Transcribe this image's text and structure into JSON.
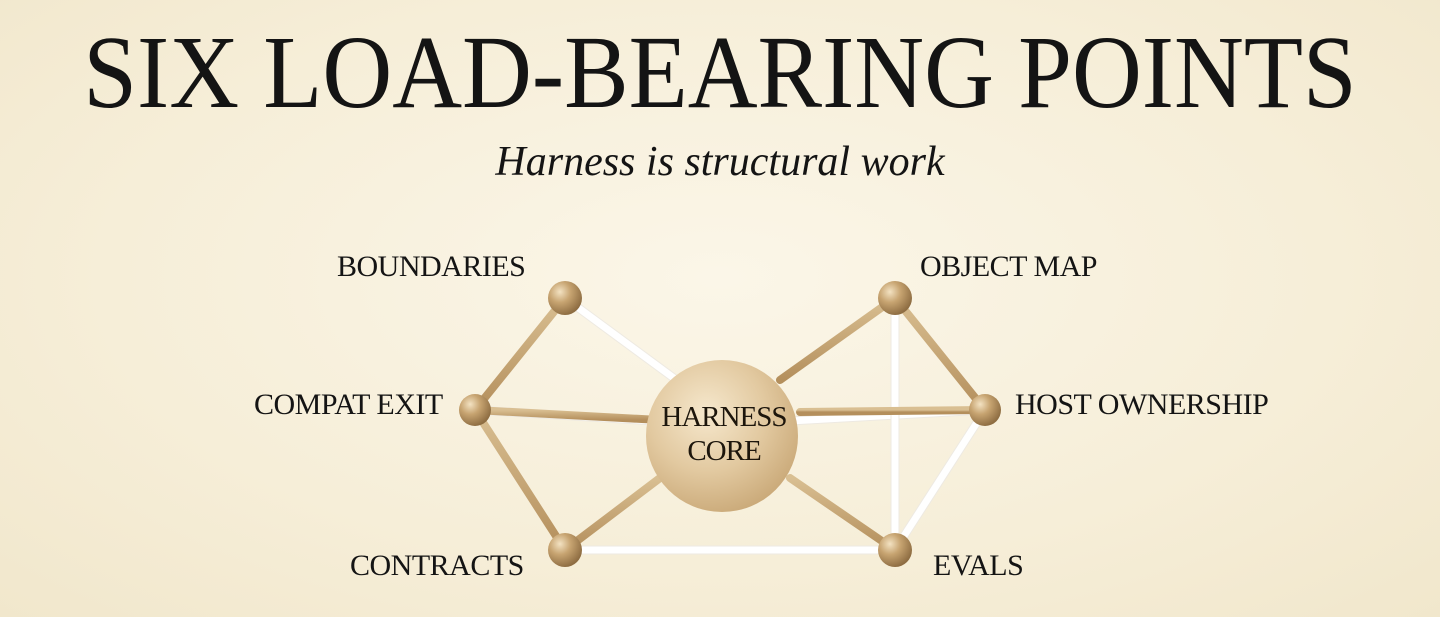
{
  "title": "SIX LOAD-BEARING POINTS",
  "subtitle": "Harness is structural work",
  "core": {
    "line1": "HARNESS",
    "line2": "CORE"
  },
  "nodes": [
    {
      "id": "boundaries",
      "label": "BOUNDARIES"
    },
    {
      "id": "object-map",
      "label": "OBJECT MAP"
    },
    {
      "id": "compat-exit",
      "label": "COMPAT EXIT"
    },
    {
      "id": "host-ownership",
      "label": "HOST OWNERSHIP"
    },
    {
      "id": "contracts",
      "label": "CONTRACTS"
    },
    {
      "id": "evals",
      "label": "EVALS"
    }
  ],
  "colors": {
    "background": "#f6eed8",
    "gold_strut": "#c4a677",
    "white_strut": "#ffffff",
    "node": "#b8925f",
    "core": "#e2c9a0",
    "text": "#141414"
  }
}
